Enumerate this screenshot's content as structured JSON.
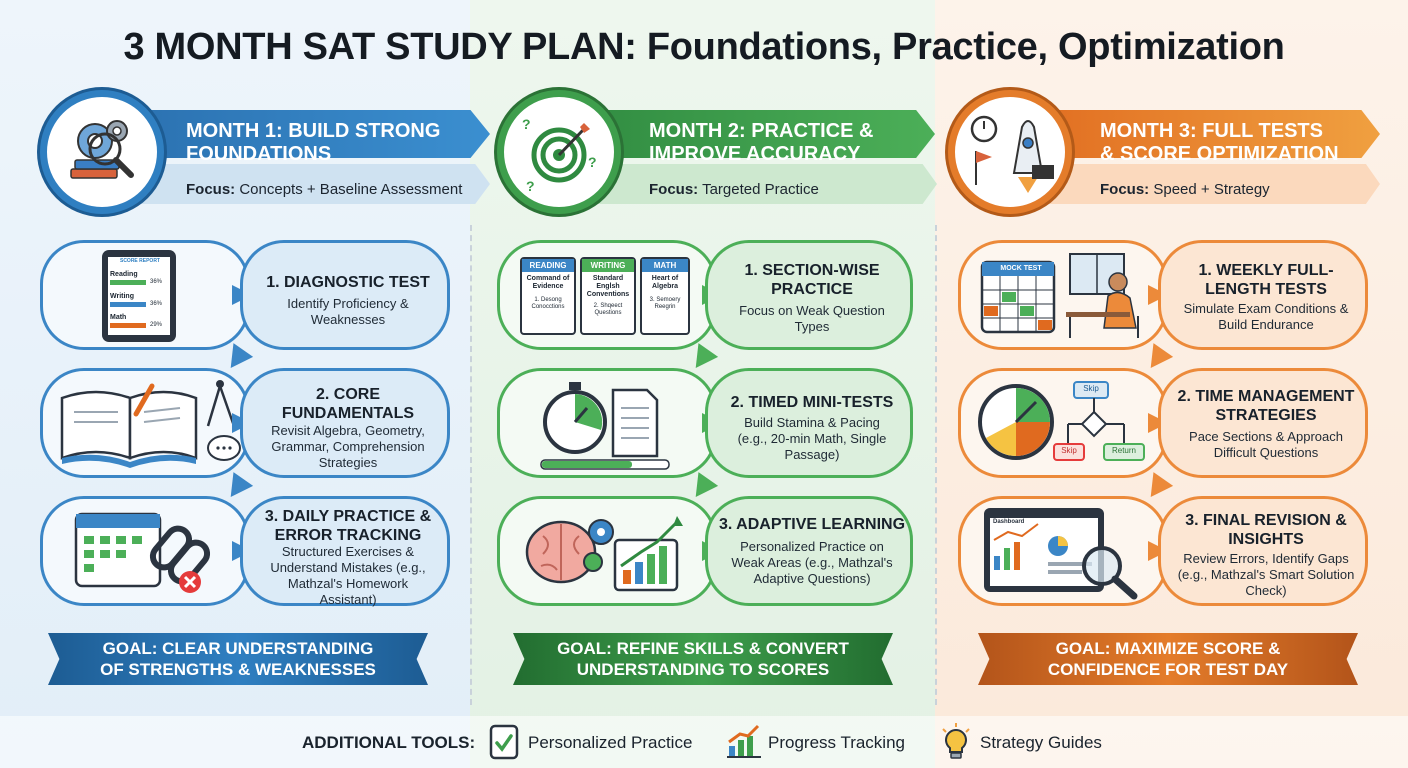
{
  "title": "3 MONTH SAT STUDY PLAN: Foundations, Practice, Optimization",
  "months": [
    {
      "title": "MONTH 1: BUILD STRONG FOUNDATIONS",
      "title_line1": "MONTH 1: BUILD STRONG",
      "title_line2": "FOUNDATIONS",
      "focus_label": "Focus:",
      "focus_value": "Concepts + Baseline Assessment",
      "color": "#2f7fc1",
      "steps": [
        {
          "title": "1. DIAGNOSTIC TEST",
          "desc": "Identify Proficiency & Weaknesses"
        },
        {
          "title": "2. CORE FUNDAMENTALS",
          "desc": "Revisit Algebra, Geometry, Grammar, Comprehension Strategies"
        },
        {
          "title": "3. DAILY PRACTICE & ERROR TRACKING",
          "desc": "Structured Exercises & Understand Mistakes (e.g., Mathzal's Homework Assistant)"
        }
      ],
      "goal_line1": "GOAL: CLEAR UNDERSTANDING",
      "goal_line2": "OF STRENGTHS & WEAKNESSES"
    },
    {
      "title": "MONTH 2: PRACTICE & IMPROVE ACCURACY",
      "title_line1": "MONTH 2: PRACTICE &",
      "title_line2": "IMPROVE ACCURACY",
      "focus_label": "Focus:",
      "focus_value": "Targeted Practice",
      "color": "#3e9e4c",
      "steps": [
        {
          "title": "1. SECTION-WISE PRACTICE",
          "desc": "Focus on Weak Question Types"
        },
        {
          "title": "2. TIMED MINI-TESTS",
          "desc": "Build Stamina & Pacing (e.g., 20-min Math, Single Passage)"
        },
        {
          "title": "3. ADAPTIVE LEARNING",
          "desc": "Personalized Practice on Weak Areas (e.g., Mathzal's Adaptive Questions)"
        }
      ],
      "goal_line1": "GOAL: REFINE SKILLS & CONVERT",
      "goal_line2": "UNDERSTANDING TO SCORES"
    },
    {
      "title": "MONTH 3: FULL TESTS & SCORE OPTIMIZATION",
      "title_line1": "MONTH 3: FULL TESTS",
      "title_line2": "& SCORE OPTIMIZATION",
      "focus_label": "Focus:",
      "focus_value": "Speed + Strategy",
      "color": "#e47c2a",
      "steps": [
        {
          "title": "1. WEEKLY FULL-LENGTH TESTS",
          "desc": "Simulate Exam Conditions & Build Endurance"
        },
        {
          "title": "2. TIME MANAGEMENT STRATEGIES",
          "desc": "Pace Sections & Approach Difficult Questions"
        },
        {
          "title": "3. FINAL REVISION & INSIGHTS",
          "desc": "Review Errors, Identify Gaps (e.g., Mathzal's Smart Solution Check)"
        }
      ],
      "goal_line1": "GOAL: MAXIMIZE SCORE &",
      "goal_line2": "CONFIDENCE FOR TEST DAY"
    }
  ],
  "illustrations": {
    "score_report": {
      "header": "SCORE REPORT",
      "rows": [
        {
          "label": "Reading",
          "pct": "36%"
        },
        {
          "label": "Writing",
          "pct": "36%"
        },
        {
          "label": "Math",
          "pct": "29%"
        }
      ]
    },
    "sections": [
      {
        "tab": "READING",
        "body": "Command of Evidence",
        "list": "1. Desong Conocctions"
      },
      {
        "tab": "WRITING",
        "body": "Standard Englsh Conventions",
        "list": "2. Shqeect Questions"
      },
      {
        "tab": "MATH",
        "body": "Heart of Algebra",
        "list": "3. Semoery Reegrin"
      }
    ],
    "mock_test_label": "MOCK TEST",
    "flow": {
      "top": "Skip",
      "left": "Skip",
      "right": "Return"
    },
    "dashboard_label": "Dashboard"
  },
  "footer": {
    "label": "ADDITIONAL TOOLS:",
    "tools": [
      {
        "label": "Personalized Practice",
        "icon": "checkmark-tablet-icon"
      },
      {
        "label": "Progress Tracking",
        "icon": "bar-chart-icon"
      },
      {
        "label": "Strategy Guides",
        "icon": "lightbulb-icon"
      }
    ]
  }
}
